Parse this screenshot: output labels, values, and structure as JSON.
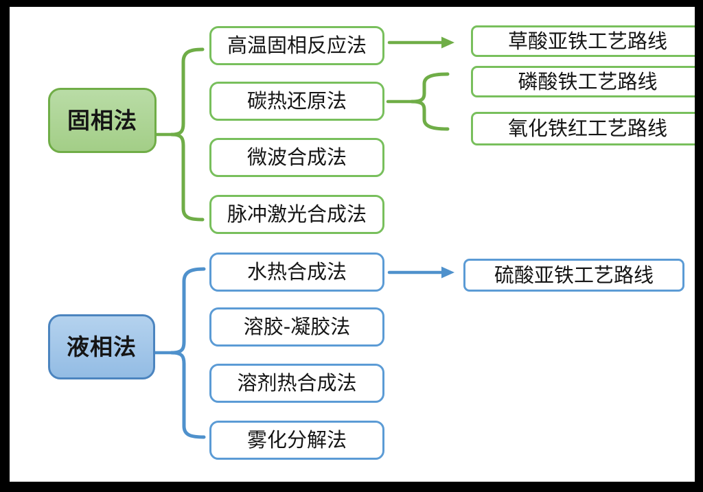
{
  "colors": {
    "frame": "#000000",
    "background": "#ffffff",
    "text": "#151515",
    "green_fill": "#a9d18e",
    "green_border": "#78bf5c",
    "green_line": "#6fad47",
    "blue_fill": "#9dc3e6",
    "blue_border": "#5b9bd5",
    "blue_line": "#4f91cc"
  },
  "solid_phase": {
    "root_label": "固相法",
    "methods": [
      "高温固相反应法",
      "碳热还原法",
      "微波合成法",
      "脉冲激光合成法"
    ],
    "routes": [
      "草酸亚铁工艺路线",
      "磷酸铁工艺路线",
      "氧化铁红工艺路线"
    ]
  },
  "liquid_phase": {
    "root_label": "液相法",
    "methods": [
      "水热合成法",
      "溶胶-凝胶法",
      "溶剂热合成法",
      "雾化分解法"
    ],
    "routes": [
      "硫酸亚铁工艺路线"
    ]
  },
  "links": [
    {
      "from": "固相法",
      "to": [
        "高温固相反应法",
        "碳热还原法",
        "微波合成法",
        "脉冲激光合成法"
      ],
      "connector": "brace"
    },
    {
      "from": "高温固相反应法",
      "to": [
        "草酸亚铁工艺路线"
      ],
      "connector": "arrow"
    },
    {
      "from": "碳热还原法",
      "to": [
        "磷酸铁工艺路线",
        "氧化铁红工艺路线"
      ],
      "connector": "brace"
    },
    {
      "from": "液相法",
      "to": [
        "水热合成法",
        "溶胶-凝胶法",
        "溶剂热合成法",
        "雾化分解法"
      ],
      "connector": "brace"
    },
    {
      "from": "水热合成法",
      "to": [
        "硫酸亚铁工艺路线"
      ],
      "connector": "arrow"
    }
  ]
}
